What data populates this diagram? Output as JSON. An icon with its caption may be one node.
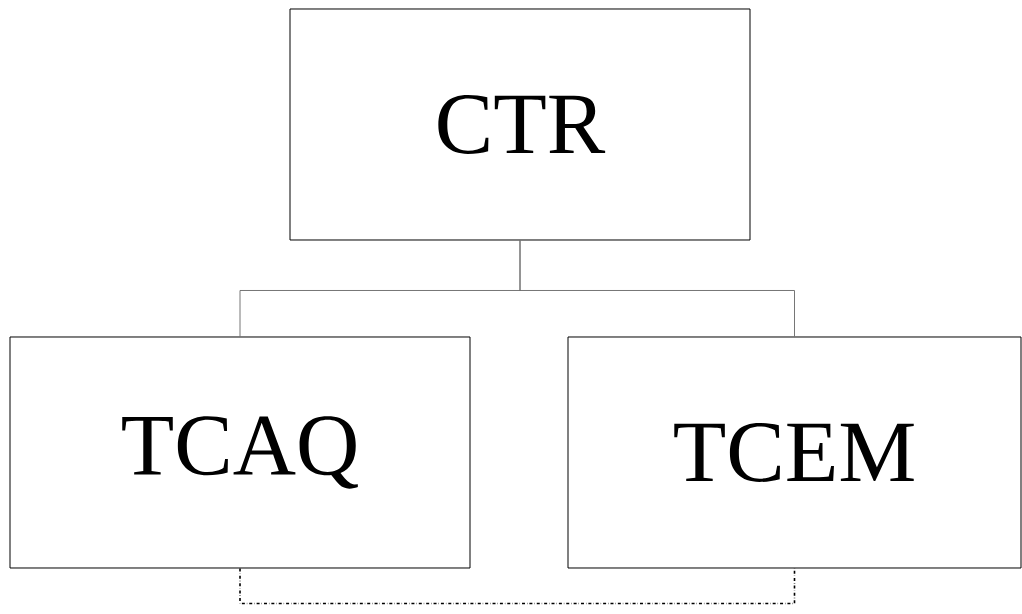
{
  "diagram": {
    "nodes": [
      {
        "text": [
          "CTR"
        ]
      },
      {
        "text": [
          "TCAQ"
        ]
      },
      {
        "text": [
          "TCEM"
        ]
      }
    ],
    "edges": [
      {
        "from": 0,
        "to": 1,
        "arrow": "none"
      },
      {
        "from": 0,
        "to": 2,
        "arrow": "none"
      },
      {
        "from": 1,
        "to": 2,
        "arrow": "none",
        "style": "dashed",
        "color": "#000000"
      }
    ]
  }
}
